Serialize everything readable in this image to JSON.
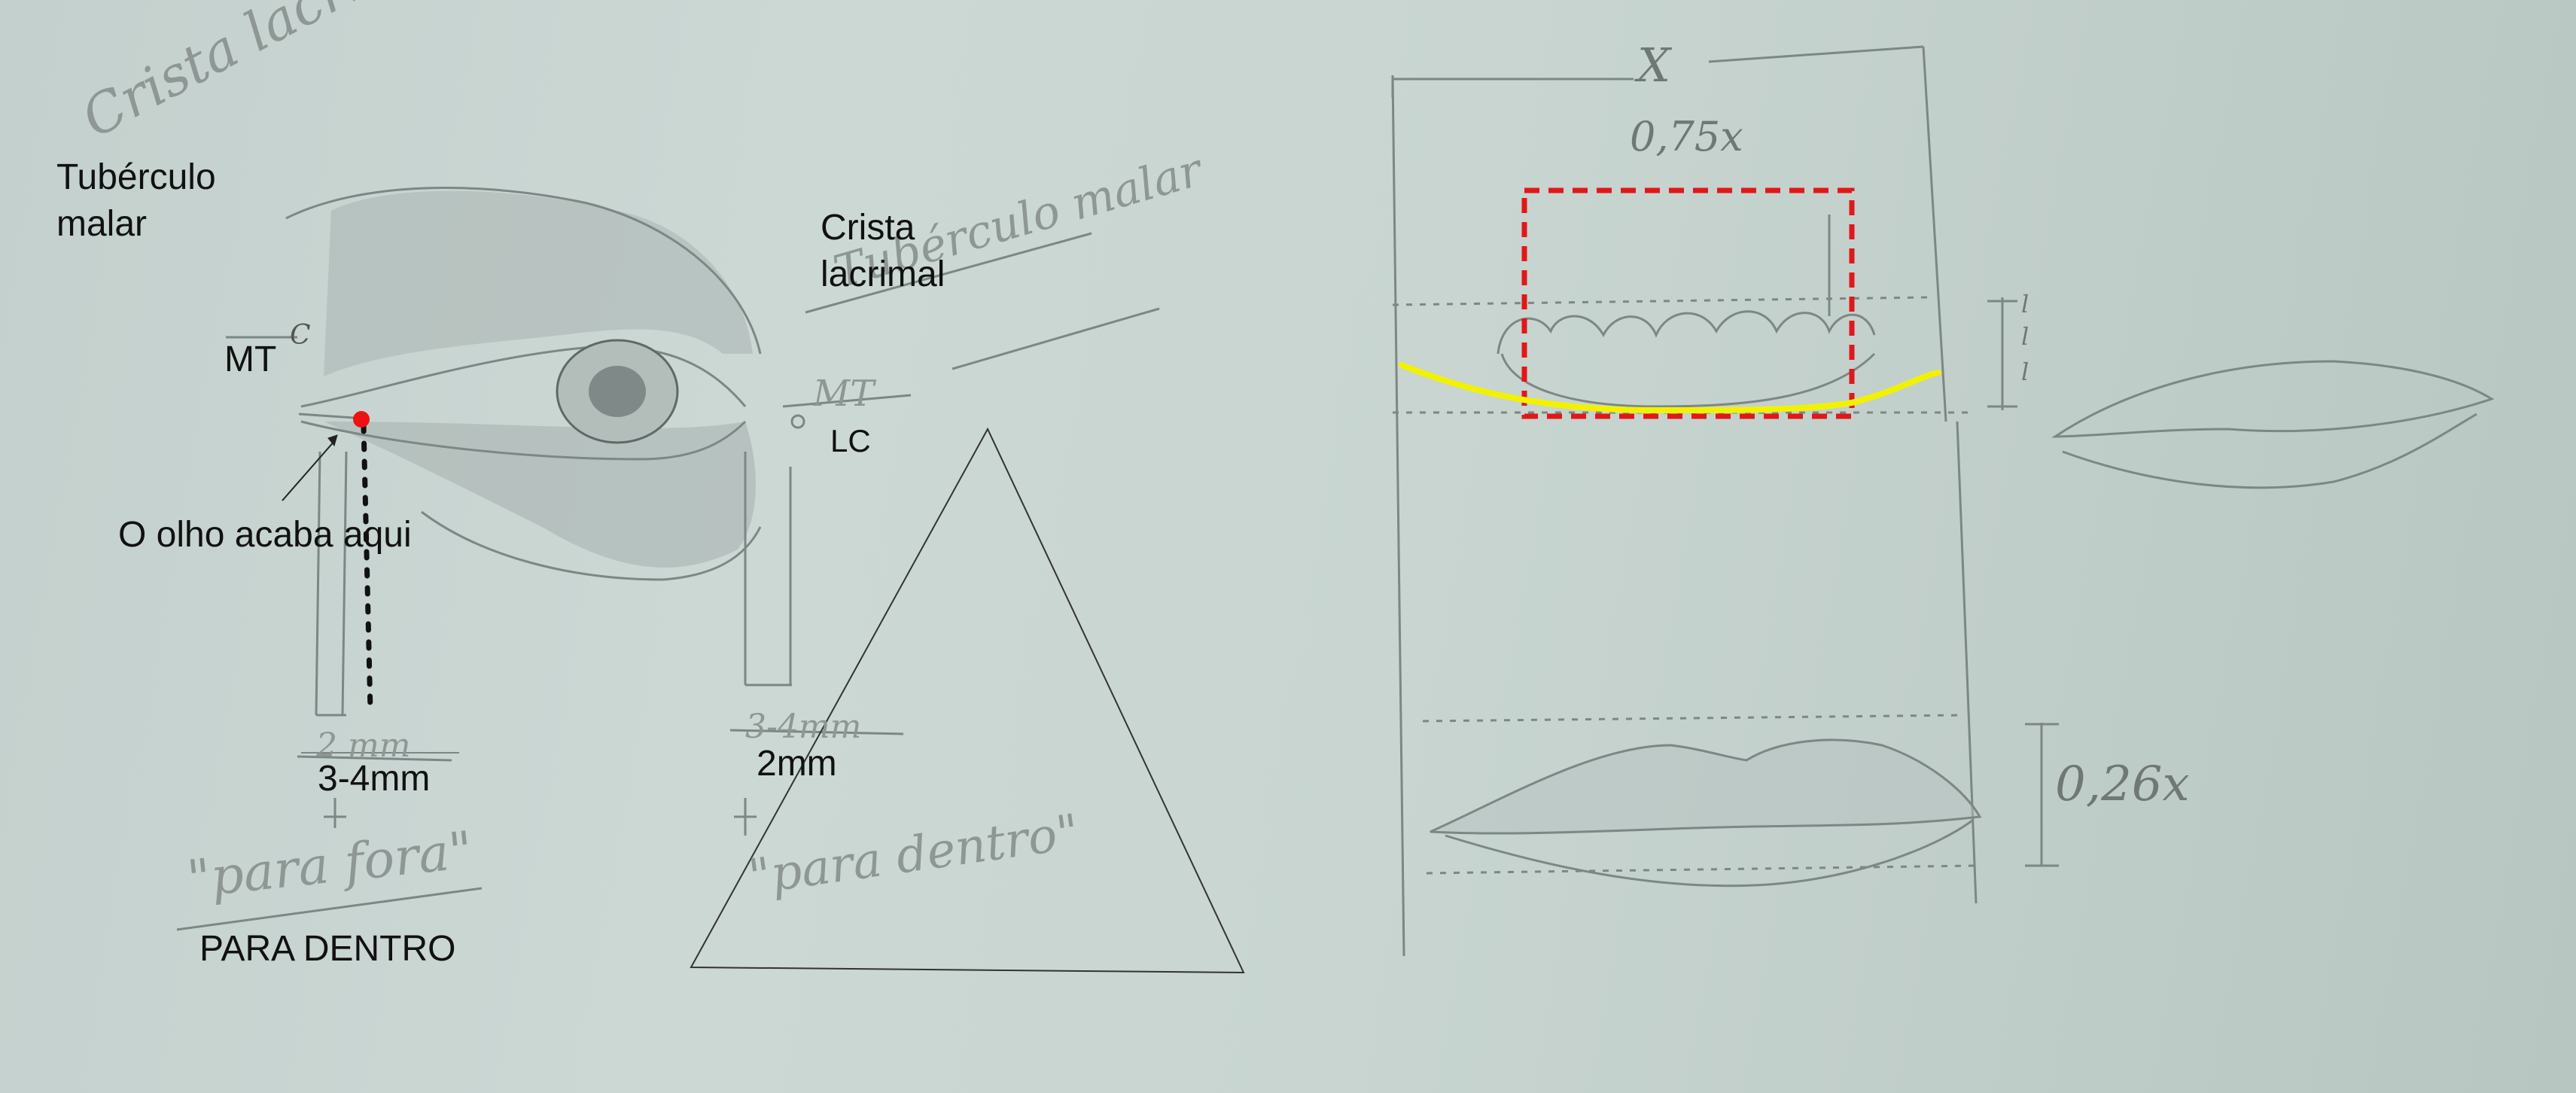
{
  "labels": {
    "tuberculo_malar_1": "Tubérculo",
    "tuberculo_malar_2": "malar",
    "mt_left": "MT",
    "olho_acaba": "O olho acaba aqui",
    "crista_1": "Crista",
    "crista_2": "lacrimal",
    "lc": "LC",
    "left_measure": "3-4mm",
    "right_measure": "2mm",
    "para_dentro": "PARA DENTRO"
  },
  "handwritten": {
    "crista_lacrimal_script": "Crista lacrimal",
    "struck_left_mm": "2 mm",
    "struck_right_mm": "3-4mm",
    "para_fora": "\"para fora\"",
    "para_dentro_script": "\"para dentro\"",
    "struck_tuberculo": "Tubérculo malar",
    "mt_struck": "MT",
    "c_small": "C",
    "width_x": "X",
    "width_075": "0,75x",
    "height_026": "0,26x",
    "tick_l": "l"
  },
  "colors": {
    "pencil": "#7d8784",
    "ink": "#111111",
    "red_marker": "#ee1111",
    "red_box": "#e01818",
    "yellow_curve": "#f2f200"
  }
}
